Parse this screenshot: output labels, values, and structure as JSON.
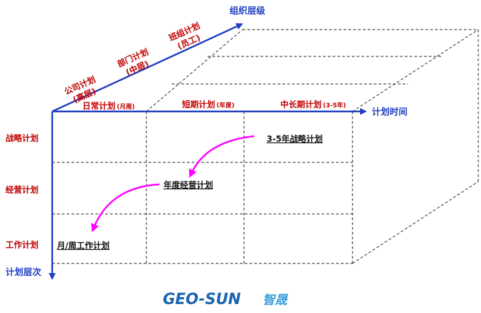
{
  "axes": {
    "org_level": "组织层级",
    "plan_time": "计划时间",
    "plan_level": "计划层次"
  },
  "org_levels": [
    {
      "line1": "公司计划",
      "line2": "(高层)"
    },
    {
      "line1": "部门计划",
      "line2": "(中层)"
    },
    {
      "line1": "班组计划",
      "line2": "(员工)"
    }
  ],
  "time_columns": [
    {
      "label": "日常计划",
      "small": "(月周)"
    },
    {
      "label": "短期计划",
      "small": "(年度)"
    },
    {
      "label": "中长期计划",
      "small": "(3-5年)"
    }
  ],
  "plan_rows": [
    "战略计划",
    "经营计划",
    "工作计划"
  ],
  "plans": {
    "strategic": "3-5年战略计划",
    "annual": "年度经营计划",
    "work": "月/周工作计划"
  },
  "logo": {
    "latin": "GEO-SUN",
    "cn": "智晟"
  },
  "colors": {
    "axis": "#1f3fbf",
    "label_red": "#c00000",
    "arrow": "#ff00ff",
    "logo": "#1764b0"
  }
}
